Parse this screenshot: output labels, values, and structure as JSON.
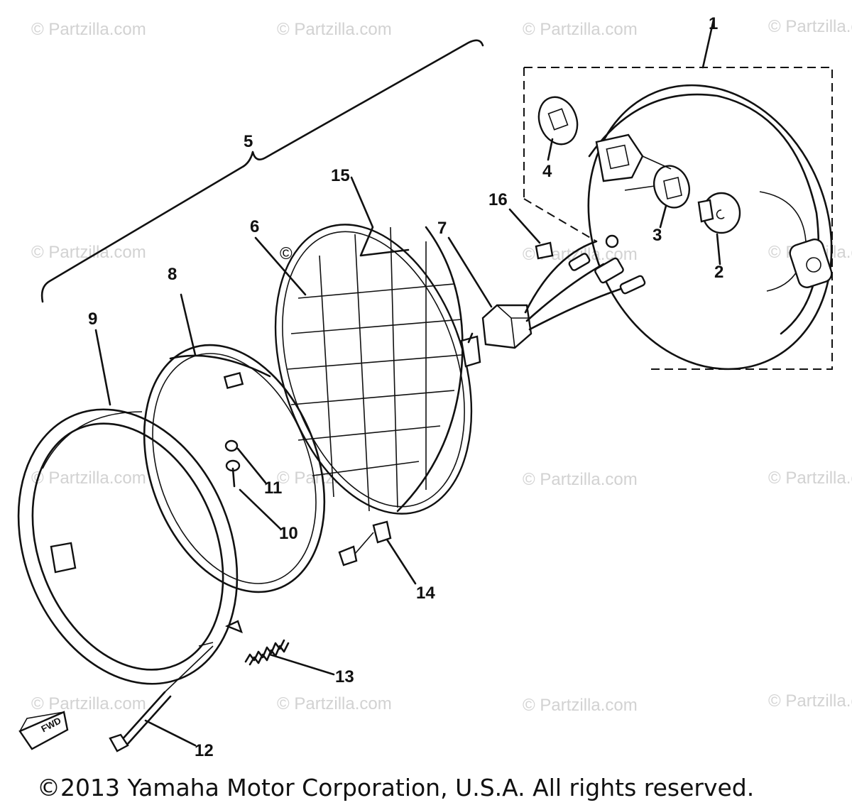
{
  "watermark_text": "© Partzilla.com",
  "center_watermark_text": "© Partzilla.com",
  "callouts": {
    "c1": "1",
    "c2": "2",
    "c3": "3",
    "c4": "4",
    "c5": "5",
    "c6": "6",
    "c7": "7",
    "c8": "8",
    "c9": "9",
    "c10": "10",
    "c11": "11",
    "c12": "12",
    "c13": "13",
    "c14": "14",
    "c15": "15",
    "c16": "16"
  },
  "fwd_label": "FWD",
  "copyright": "©2013 Yamaha Motor Corporation, U.S.A. All rights reserved.",
  "colors": {
    "line": "#111111",
    "watermark": "#d2d2d2",
    "background": "#ffffff"
  }
}
